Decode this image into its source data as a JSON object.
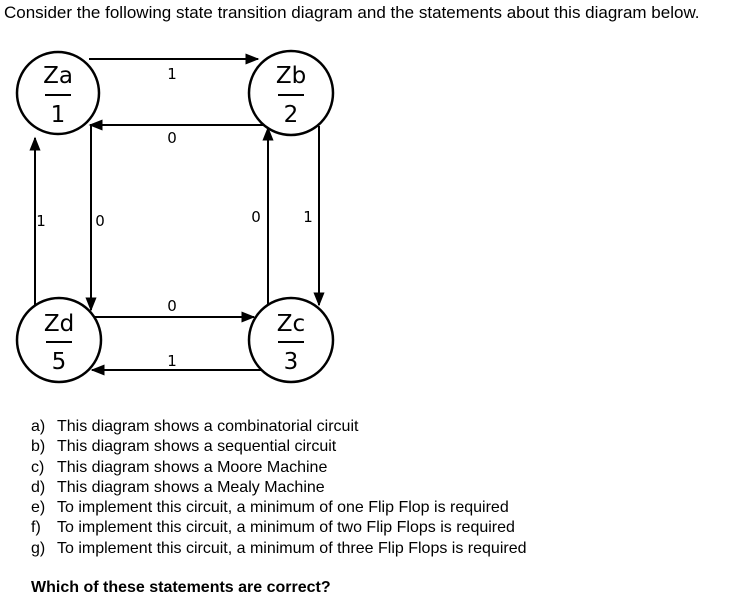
{
  "intro": "Consider the following state transition diagram and the statements about this diagram below.",
  "states": [
    {
      "id": "a",
      "name": "Za",
      "output": "1"
    },
    {
      "id": "b",
      "name": "Zb",
      "output": "2"
    },
    {
      "id": "c",
      "name": "Zc",
      "output": "3"
    },
    {
      "id": "d",
      "name": "Zd",
      "output": "5"
    }
  ],
  "transitions": [
    {
      "from": "a",
      "to": "b",
      "label": "1"
    },
    {
      "from": "b",
      "to": "a",
      "label": "0"
    },
    {
      "from": "a",
      "to": "d",
      "label": "0"
    },
    {
      "from": "d",
      "to": "a",
      "label": "1"
    },
    {
      "from": "b",
      "to": "c",
      "label": "1"
    },
    {
      "from": "c",
      "to": "b",
      "label": "0"
    },
    {
      "from": "d",
      "to": "c",
      "label": "0"
    },
    {
      "from": "c",
      "to": "d",
      "label": "1"
    }
  ],
  "statements": [
    {
      "marker": "a)",
      "text": "This diagram shows a combinatorial circuit"
    },
    {
      "marker": "b)",
      "text": "This diagram shows a sequential circuit"
    },
    {
      "marker": "c)",
      "text": "This diagram shows a Moore Machine"
    },
    {
      "marker": "d)",
      "text": "This diagram shows a Mealy Machine"
    },
    {
      "marker": "e)",
      "text": "To implement this circuit, a minimum of one Flip Flop is required"
    },
    {
      "marker": "f)",
      "text": "To implement this circuit, a minimum of two Flip Flops is required"
    },
    {
      "marker": "g)",
      "text": "To implement this circuit, a minimum of three Flip Flops is required"
    }
  ],
  "question": "Which of these statements are correct?"
}
